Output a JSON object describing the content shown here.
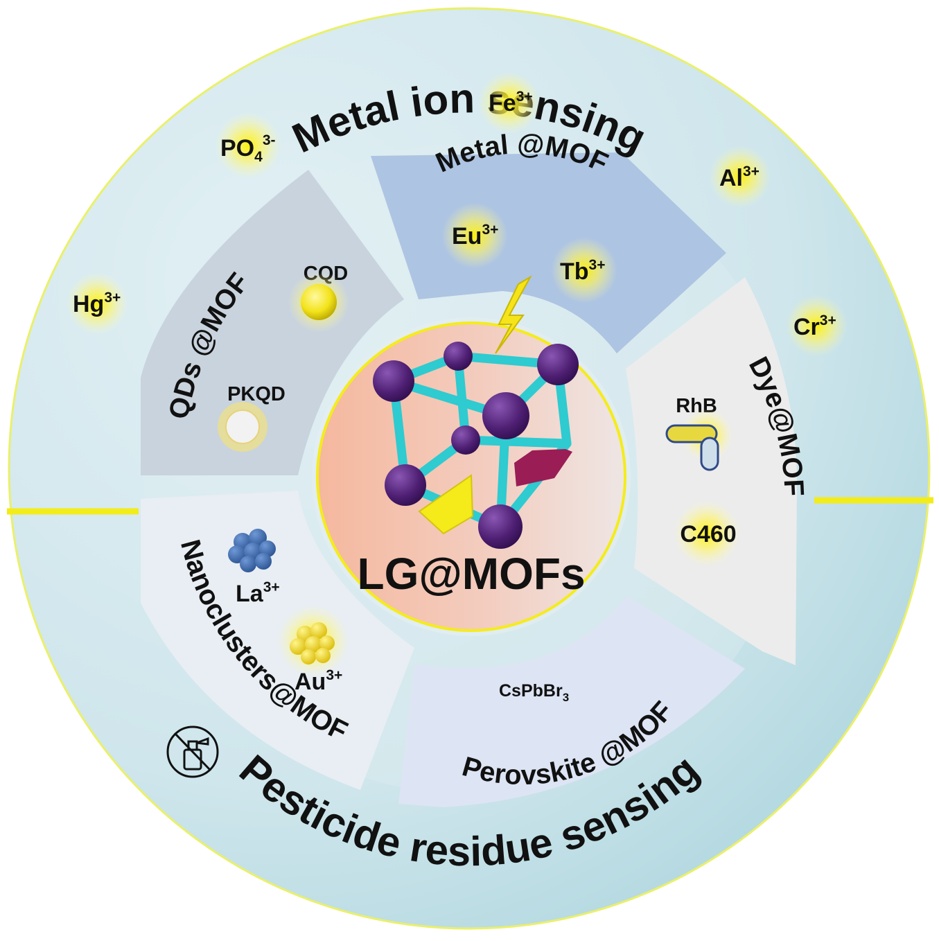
{
  "diagram": {
    "center": {
      "label": "LG@MOFs"
    },
    "outer_ring": {
      "top_label": "Metal ion sensing",
      "bottom_label": "Pesticide residue sensing",
      "top_ions": [
        {
          "name": "Fe",
          "sup": "3+",
          "sub": ""
        },
        {
          "name": "PO",
          "sub": "4",
          "sup": "3-"
        },
        {
          "name": "Al",
          "sup": "3+",
          "sub": ""
        },
        {
          "name": "Hg",
          "sup": "3+",
          "sub": ""
        },
        {
          "name": "Cr",
          "sup": "3+",
          "sub": ""
        }
      ],
      "pesticide_icon": "no-pesticide-spray-icon"
    },
    "segments": {
      "metal": {
        "label": "Metal @MOF",
        "items": [
          {
            "name": "Eu",
            "sup": "3+"
          },
          {
            "name": "Tb",
            "sup": "3+"
          }
        ]
      },
      "qds": {
        "label": "QDs @MOF",
        "items": [
          "CQD",
          "PKQD"
        ]
      },
      "dye": {
        "label": "Dye@MOF",
        "items": [
          "RhB",
          "C460"
        ]
      },
      "nanoclusters": {
        "label": "Nanoclusters@MOF",
        "items": [
          {
            "name": "La",
            "sup": "3+"
          },
          {
            "name": "Au",
            "sup": "3+"
          }
        ]
      },
      "perovskite": {
        "label": "Perovskite @MOF",
        "formula": {
          "base": "CsPbBr",
          "sub": "3"
        }
      }
    },
    "colors": {
      "outer_ring": "#cfe6ec",
      "divider": "#f2ec1a",
      "metal_segment": "#adc4e2",
      "qds_segment": "#c9d3dd",
      "dye_segment": "#ececec",
      "nano_segment": "#e8eef3",
      "perovskite_segment": "#dde4f3",
      "center_fill": "#f5c3ad",
      "node": "#4e1f73",
      "bond": "#2ecbd0",
      "glow": "#fff200"
    }
  }
}
